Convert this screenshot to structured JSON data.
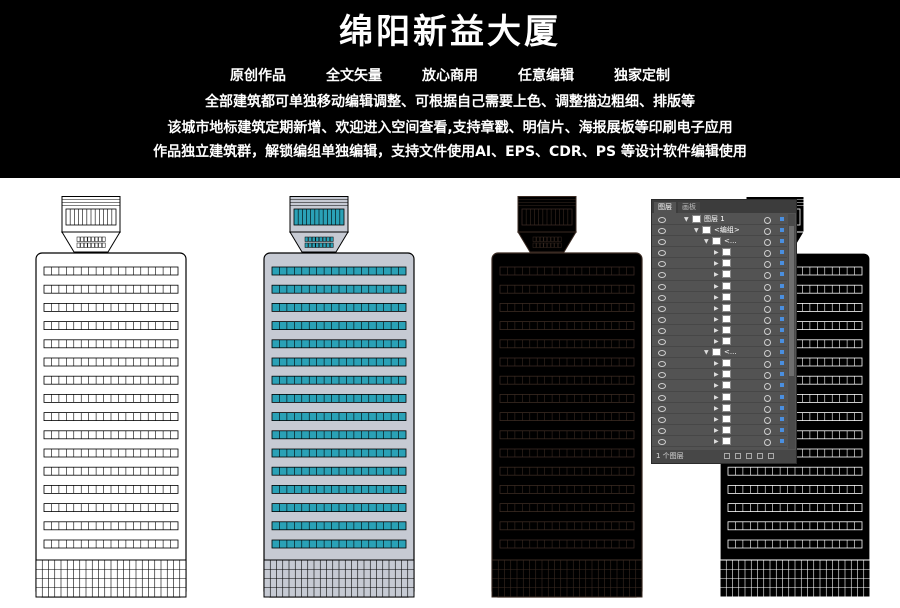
{
  "banner": {
    "title": "绵阳新益大厦",
    "features": [
      "原创作品",
      "全文矢量",
      "放心商用",
      "任意编辑",
      "独家定制"
    ],
    "line1": "全部建筑都可单独移动编辑调整、可根据自己需要上色、调整描边粗细、排版等",
    "line2": "该城市地标建筑定期新增、欢迎进入空间查看,支持章戳、明信片、海报展板等印刷电子应用",
    "line3": "作品独立建筑群，解锁编组单独编辑，支持文件使用AI、EPS、CDR、PS 等设计软件编辑使用"
  },
  "variants": [
    {
      "name": "line-art",
      "fill": "#ffffff",
      "stroke": "#000000",
      "window": "#ffffff",
      "window_stroke": "#000000"
    },
    {
      "name": "colored",
      "fill": "#c6cad3",
      "stroke": "#000000",
      "window": "#2aa1b6",
      "window_stroke": "#000000"
    },
    {
      "name": "dark",
      "fill": "#000000",
      "stroke": "#3a2a22",
      "window": "#000000",
      "window_stroke": "#3a2a22"
    },
    {
      "name": "inverted",
      "fill": "#000000",
      "stroke": "#ffffff",
      "window": "#000000",
      "window_stroke": "#ffffff"
    }
  ],
  "layers_panel": {
    "tabs": [
      "图层",
      "画板"
    ],
    "layer_name": "图层 1",
    "group_label": "<编组>",
    "sub_label": "<...",
    "footer": "1 个图层",
    "selection_color": "#4a8fe0"
  }
}
